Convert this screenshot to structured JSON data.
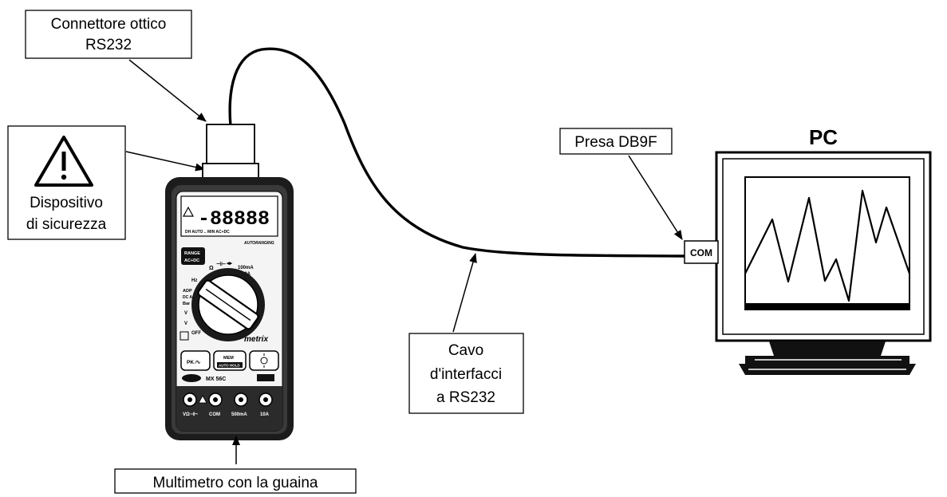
{
  "labels": {
    "connector_line1": "Connettore ottico",
    "connector_line2": "RS232",
    "safety_line1": "Dispositivo",
    "safety_line2": "di sicurezza",
    "multimeter": "Multimetro con la guaina",
    "cable_line1": "Cavo",
    "cable_line2": "d'interfacci",
    "cable_line3": "a RS232",
    "socket": "Presa DB9F",
    "pc": "PC",
    "com": "COM"
  },
  "meter": {
    "display": "-88888",
    "autoranging": "AUTORANGING",
    "range_btn": "RANGE",
    "acdc_btn": "AC+DC",
    "brand": "metrix",
    "btn_pk": "PK ⁄∿",
    "btn_mem": "MEM",
    "btn_auto": "AUTO HOLD",
    "model": "MX 56C",
    "term_v": "VΩ⊣⊢",
    "term_com": "COM",
    "term_ma": "500mA",
    "term_a": "10A"
  }
}
